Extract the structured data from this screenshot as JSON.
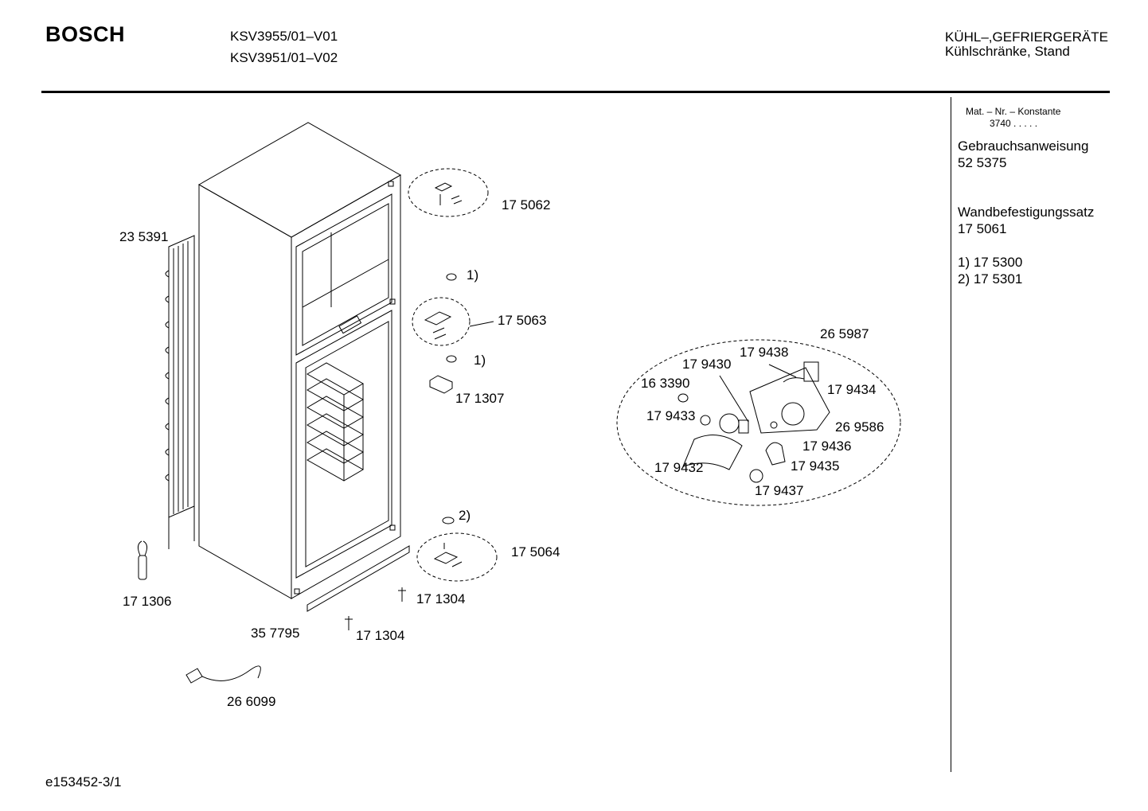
{
  "header": {
    "brand": "BOSCH",
    "models": [
      "KSV3955/01–V01",
      "KSV3951/01–V02"
    ],
    "category": "KÜHL–,GEFRIERGERÄTE",
    "subcategory": "Kühlschränke, Stand"
  },
  "sidebar": {
    "mat_nr_label": "Mat. – Nr. – Konstante",
    "mat_nr_value": "3740  .  .  .  .  .",
    "manual_label": "Gebrauchsanweisung",
    "manual_number": "52 5375",
    "wall_kit_label": "Wandbefestigungssatz",
    "wall_kit_number": "17 5061",
    "footnote_1": "1)  17 5300",
    "footnote_2": "2)  17 5301"
  },
  "parts": {
    "p235391": "23 5391",
    "p175062": "17 5062",
    "note1a": "1)",
    "p175063": "17 5063",
    "note1b": "1)",
    "p171307": "17 1307",
    "note2": "2)",
    "p175064": "17 5064",
    "p171304a": "17 1304",
    "p171304b": "17 1304",
    "p171306": "17 1306",
    "p357795": "35 7795",
    "p266099": "26 6099",
    "p265987": "26 5987",
    "p179438": "17 9438",
    "p179430": "17 9430",
    "p163390": "16 3390",
    "p179434": "17 9434",
    "p179433": "17 9433",
    "p269586": "26 9586",
    "p179436": "17 9436",
    "p179432": "17 9432",
    "p179435": "17 9435",
    "p179437": "17 9437"
  },
  "footer": {
    "doc_id": "e153452-3/1"
  }
}
